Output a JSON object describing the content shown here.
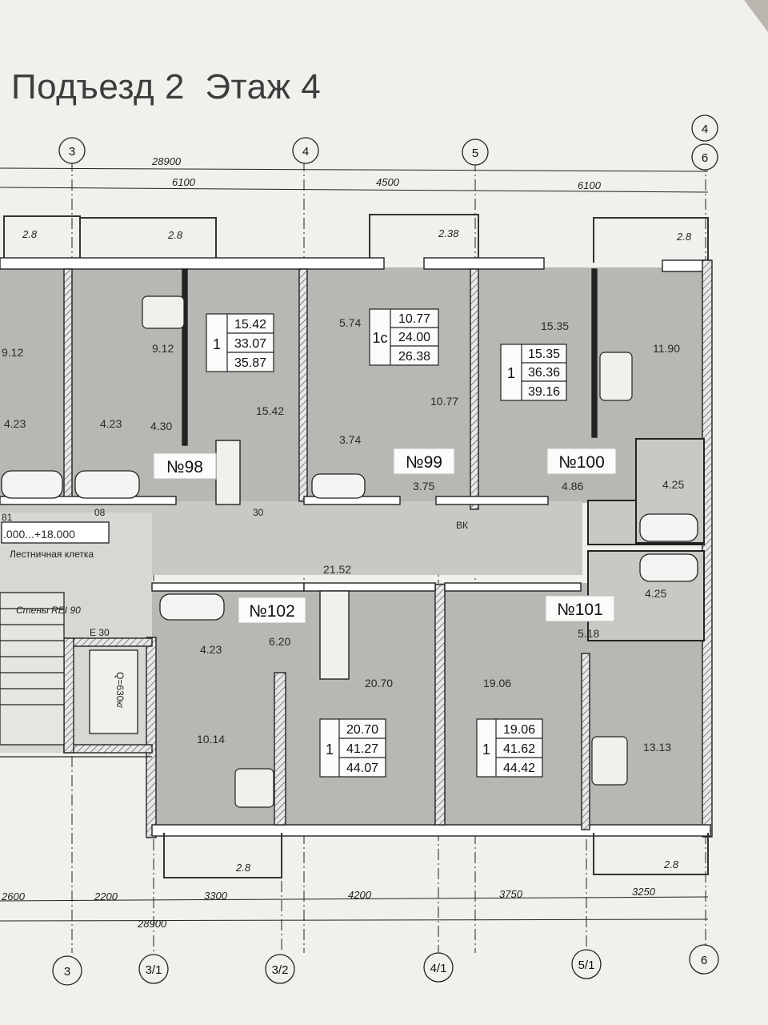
{
  "title": "Подъезд 2  Этаж 4",
  "axes_top": {
    "a3": "3",
    "a4": "4",
    "a5": "5",
    "a6": "6",
    "a4r": "4"
  },
  "axes_bottom": {
    "b3": "3",
    "b31": "3/1",
    "b32": "3/2",
    "b41": "4/1",
    "b51": "5/1",
    "b6": "6"
  },
  "dims_top": {
    "total": "28900",
    "d1": "6100",
    "d2": "4500",
    "d3": "6100"
  },
  "dims_bottom": {
    "total": "28900",
    "d1": "2600",
    "d2": "2200",
    "d3": "3300",
    "d4": "4200",
    "d5": "3750",
    "d6": "3250"
  },
  "balconies": {
    "b1": "2.8",
    "b2": "2.8",
    "b3": "2.38",
    "b4": "2.8",
    "b5": "2.8",
    "b6": "2.8"
  },
  "apartments": {
    "a98": {
      "label": "№98",
      "rooms": "1",
      "living": "15.42",
      "total": "33.07",
      "total_balcony": "35.87"
    },
    "a99": {
      "label": "№99",
      "rooms": "1с",
      "living": "10.77",
      "total": "24.00",
      "total_balcony": "26.38"
    },
    "a100": {
      "label": "№100",
      "rooms": "1",
      "living": "15.35",
      "total": "36.36",
      "total_balcony": "39.16"
    },
    "a101": {
      "label": "№101",
      "rooms": "1",
      "living": "19.06",
      "total": "41.62",
      "total_balcony": "44.42"
    },
    "a102": {
      "label": "№102",
      "rooms": "1",
      "living": "20.70",
      "total": "41.27",
      "total_balcony": "44.07"
    }
  },
  "room_areas": {
    "r1": "9.12",
    "r2": "9.12",
    "r3": "4.23",
    "r4": "4.23",
    "r5": "4.30",
    "r6": "15.42",
    "r7": "5.74",
    "r8": "10.77",
    "r9": "3.74",
    "r10": "3.75",
    "r11": "15.35",
    "r12": "11.90",
    "r13": "4.86",
    "r14": "4.25",
    "r15": "21.52",
    "r16": "4.25",
    "r17": "5.18",
    "r18": "13.13",
    "r19": "19.06",
    "r20": "4.23",
    "r21": "6.20",
    "r22": "20.70",
    "r23": "10.14"
  },
  "stair": {
    "label": "Лестничная клетка",
    "level": ".000...+18.000",
    "b1": "81",
    "walls": "Стены REI 90",
    "fire": "E 30",
    "lift": "Q=630кг",
    "vk": "ВК",
    "d80": "08",
    "d30": "30"
  }
}
